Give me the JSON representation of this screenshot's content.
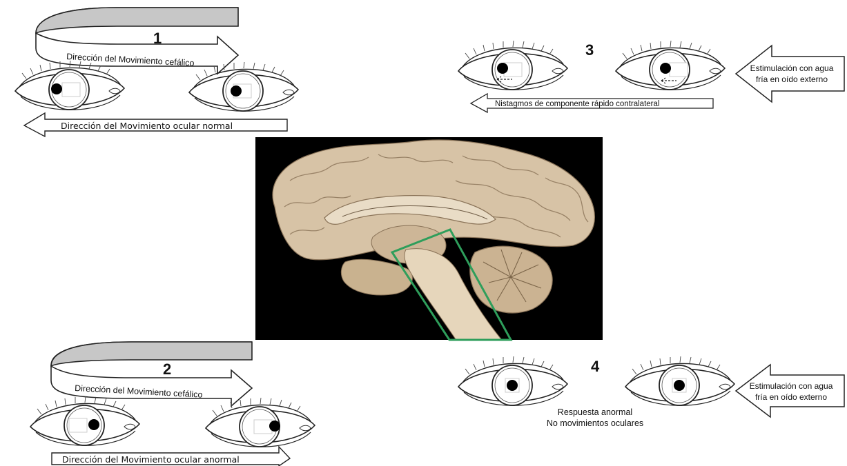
{
  "panels": [
    {
      "number": "1",
      "head_arrow_label": "Dirección del Movimiento cefálico",
      "eye_arrow_label": "Dirección del Movimiento ocular normal"
    },
    {
      "number": "2",
      "head_arrow_label": "Dirección del Movimiento cefálico",
      "eye_arrow_label": "Dirección del Movimiento ocular anormal"
    },
    {
      "number": "3",
      "stimulus_label_line1": "Estimulación con agua",
      "stimulus_label_line2": "fría en oído externo",
      "nystagmus_label": "Nistagmos de componente rápido contralateral"
    },
    {
      "number": "4",
      "stimulus_label_line1": "Estimulación con agua",
      "stimulus_label_line2": "fría en oído externo",
      "response_line1": "Respuesta anormal",
      "response_line2": "No movimientos oculares"
    }
  ],
  "colors": {
    "highlight": "#2e9e5b",
    "head_band": "#c7c7c7",
    "photo_background": "#000000",
    "brain": "#d7c3a6"
  }
}
